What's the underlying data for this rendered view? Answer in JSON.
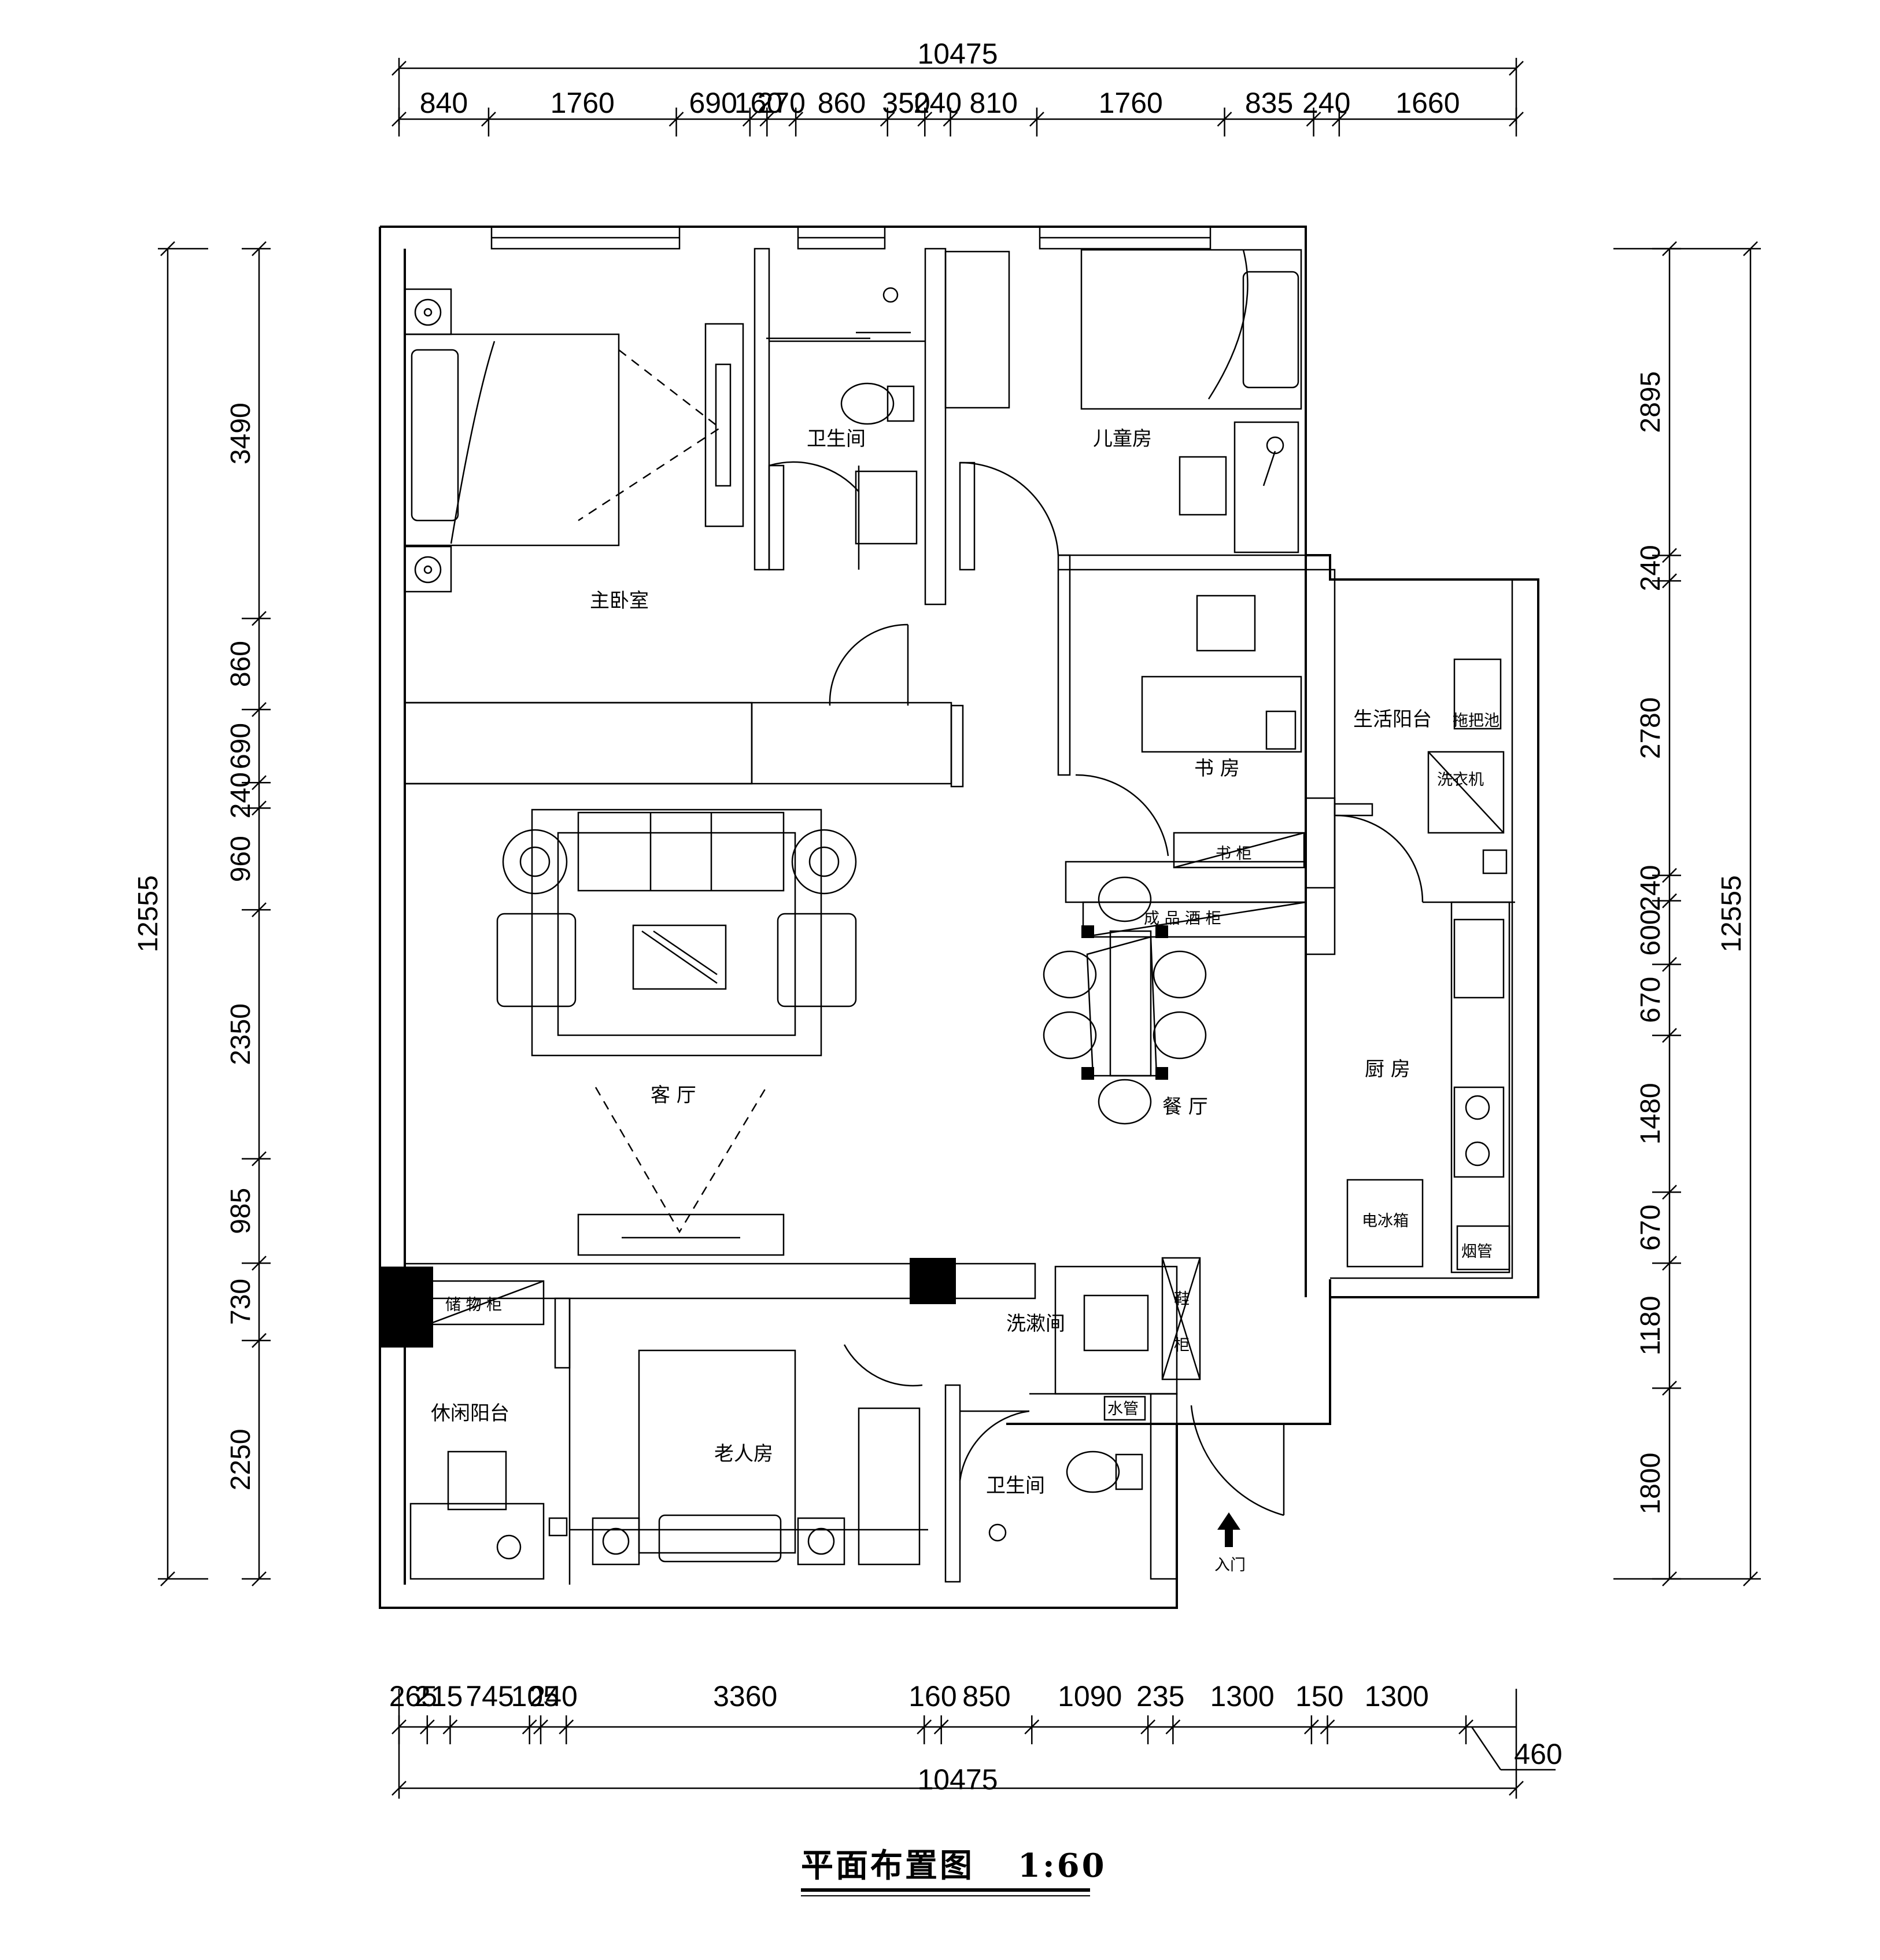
{
  "dimensions": {
    "overall_width": "10475",
    "overall_height": "12555",
    "top": [
      "840",
      "1760",
      "690",
      "160",
      "270",
      "860",
      "350",
      "240",
      "810",
      "1760",
      "835",
      "240",
      "1660"
    ],
    "bottom": [
      "265",
      "215",
      "745",
      "105",
      "240",
      "3360",
      "160",
      "850",
      "1090",
      "235",
      "1300",
      "150",
      "1300"
    ],
    "bottom_extra": "460",
    "left": [
      "3490",
      "860",
      "690",
      "240",
      "960",
      "2350",
      "985",
      "730",
      "2250"
    ],
    "right": [
      "2895",
      "240",
      "2780",
      "240",
      "600",
      "670",
      "1480",
      "670",
      "1180",
      "1800"
    ]
  },
  "rooms": {
    "master_bedroom": "主卧室",
    "bathroom_top": "卫生间",
    "children_room": "儿童房",
    "study": "书 房",
    "living_balcony": "生活阳台",
    "living_room": "客 厅",
    "dining_room": "餐 厅",
    "kitchen": "厨 房",
    "wash_room": "洗漱间",
    "leisure_balcony": "休闲阳台",
    "elder_room": "老人房",
    "bathroom_bottom": "卫生间"
  },
  "fixtures": {
    "mop_sink": "拖把池",
    "washer": "洗衣机",
    "bookcase": "书 柜",
    "wine_cabinet": "成 品 酒 柜",
    "fridge": "电冰箱",
    "flue": "烟管",
    "storage": "储 物 柜",
    "water_pipe": "水管",
    "shoe_cabinet": "鞋 柜",
    "entrance": "入门"
  },
  "title": "平面布置图",
  "scale": "1:60"
}
